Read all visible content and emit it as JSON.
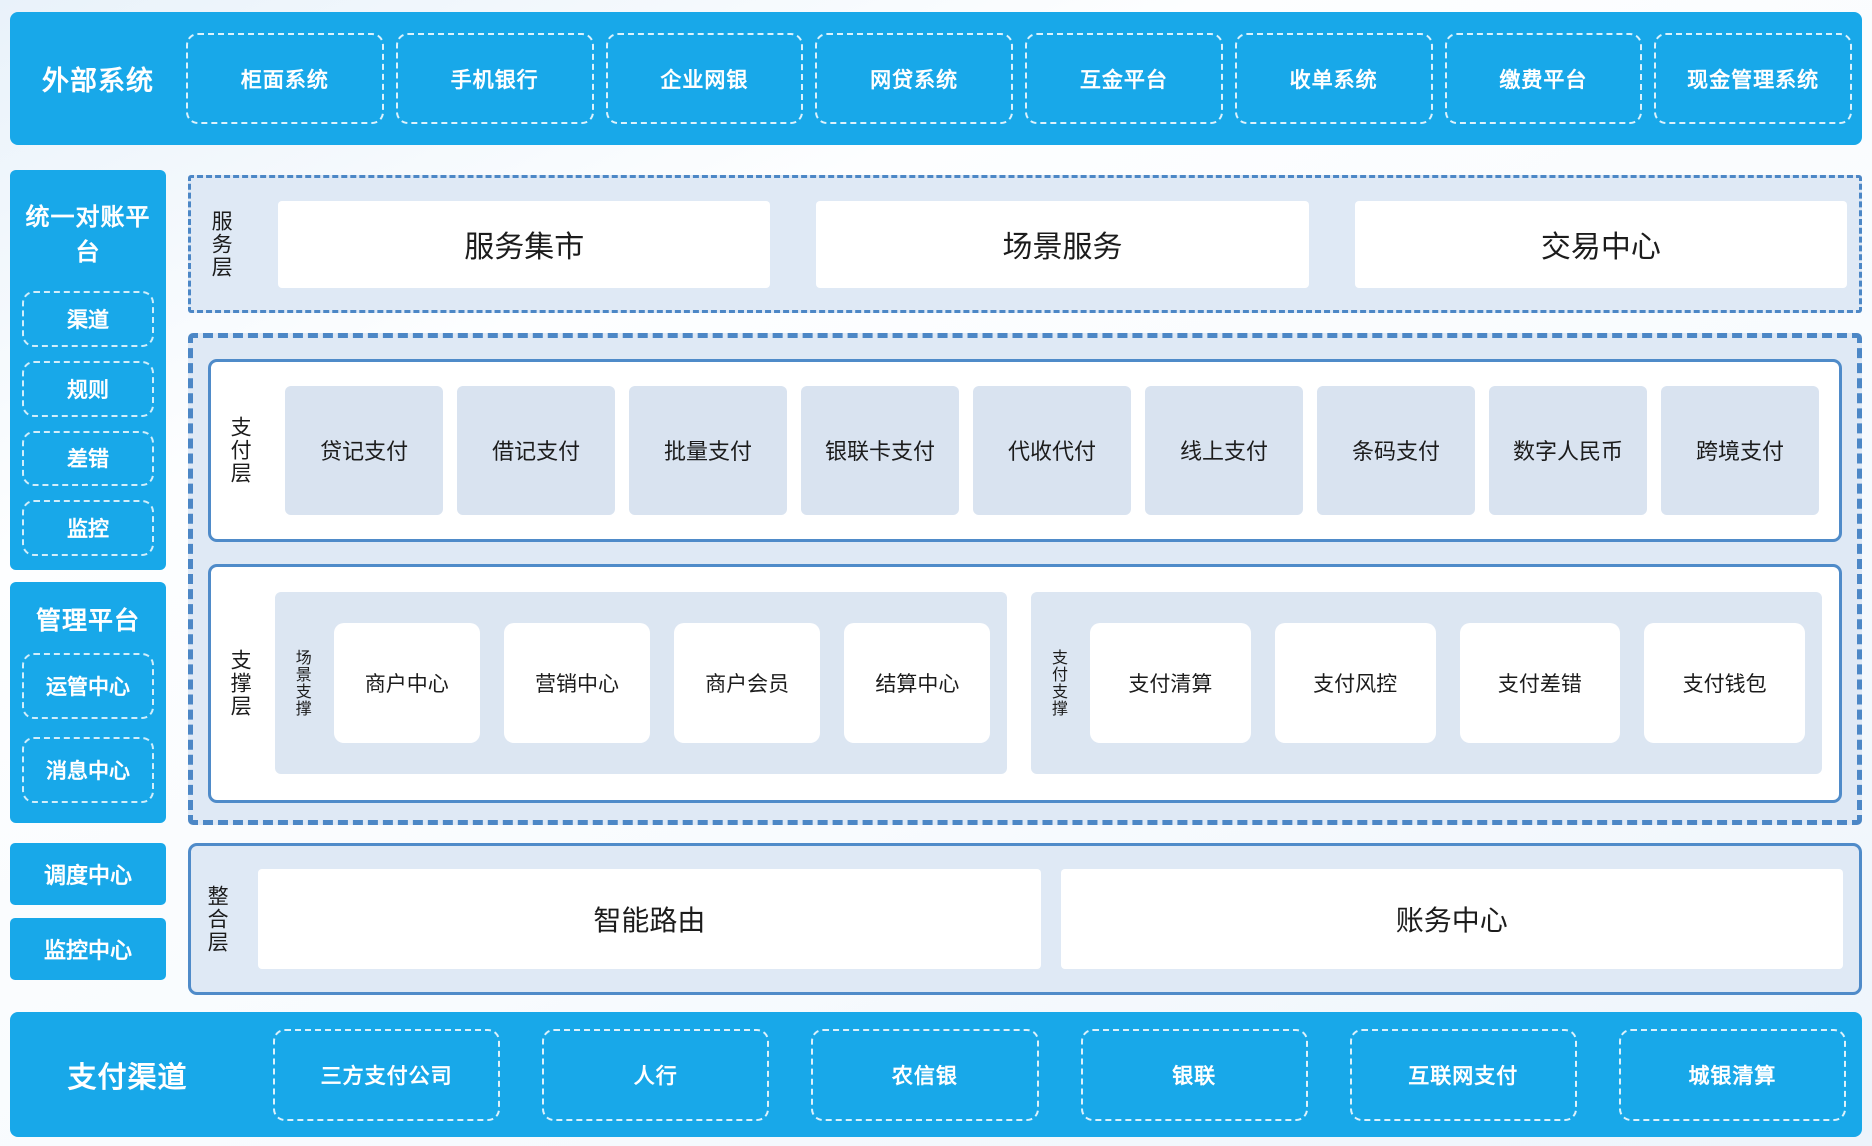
{
  "colors": {
    "brand_blue": "#18a8e9",
    "panel_blue": "#dfe9f5",
    "item_blue": "#d9e3f0",
    "solid_border_blue": "#4f8bc9",
    "dashed_border_blue": "#4c87c6",
    "dash_on_blue": "#ffffff",
    "text_dark": "#1c1c1c"
  },
  "top_bar": {
    "label": "外部系统",
    "items": [
      "柜面系统",
      "手机银行",
      "企业网银",
      "网贷系统",
      "互金平台",
      "收单系统",
      "缴费平台",
      "现金管理系统"
    ]
  },
  "sidebar": {
    "reconciliation": {
      "title": "统一对账平台",
      "items": [
        "渠道",
        "规则",
        "差错",
        "监控"
      ]
    },
    "management": {
      "title": "管理平台",
      "items": [
        "运管中心",
        "消息中心"
      ]
    },
    "solo_boxes": [
      "调度中心",
      "监控中心"
    ]
  },
  "service_layer": {
    "label": "服务层",
    "items": [
      "服务集市",
      "场景服务",
      "交易中心"
    ]
  },
  "payment_layer": {
    "label": "支付层",
    "items": [
      "贷记支付",
      "借记支付",
      "批量支付",
      "银联卡支付",
      "代收代付",
      "线上支付",
      "条码支付",
      "数字人民币",
      "跨境支付"
    ]
  },
  "support_layer": {
    "label": "支撑层",
    "groups": [
      {
        "label": "场景支撑",
        "items": [
          "商户中心",
          "营销中心",
          "商户会员",
          "结算中心"
        ]
      },
      {
        "label": "支付支撑",
        "items": [
          "支付清算",
          "支付风控",
          "支付差错",
          "支付钱包"
        ]
      }
    ]
  },
  "integration_layer": {
    "label": "整合层",
    "items": [
      "智能路由",
      "账务中心"
    ]
  },
  "bottom_bar": {
    "label": "支付渠道",
    "items": [
      "三方支付公司",
      "人行",
      "农信银",
      "银联",
      "互联网支付",
      "城银清算"
    ]
  }
}
